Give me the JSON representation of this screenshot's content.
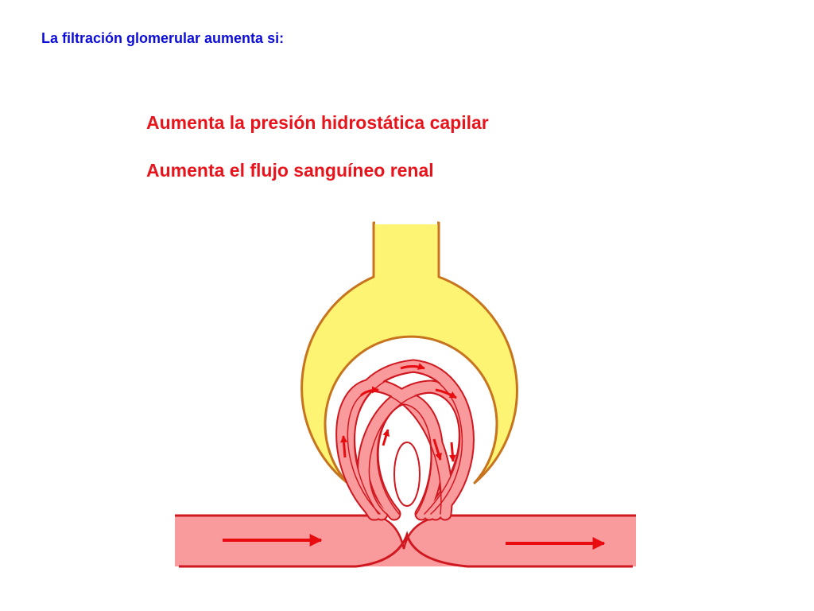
{
  "slide": {
    "heading": "La filtración glomerular aumenta si:",
    "bullets": [
      "Aumenta la presión hidrostática capilar",
      "Aumenta el flujo sanguíneo renal"
    ]
  },
  "diagram": {
    "colors": {
      "capsule_fill": "#fcf472",
      "capsule_stroke": "#c8741e",
      "vessel_fill": "#f99a9c",
      "vessel_stroke": "#d01820",
      "arrow": "#e80c10"
    },
    "icons": {
      "flow_in": "arrow-right-icon",
      "flow_out": "arrow-right-icon"
    }
  }
}
